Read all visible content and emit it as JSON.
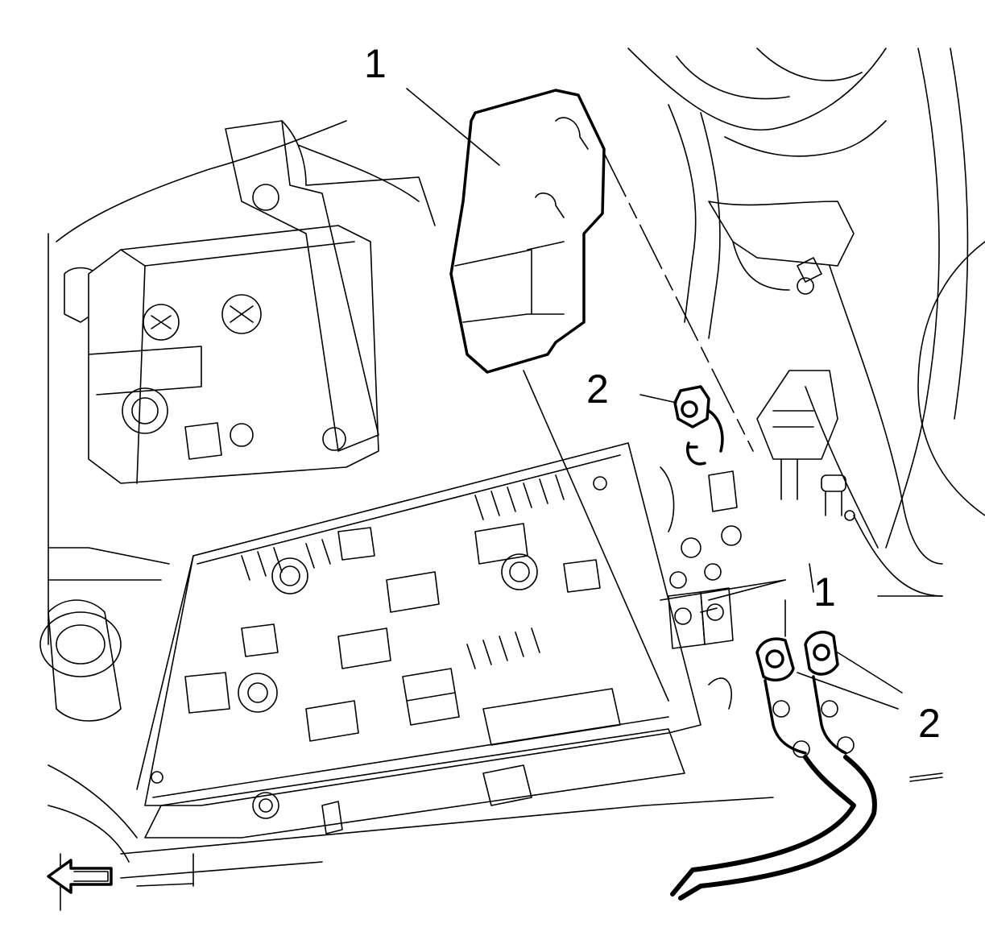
{
  "callouts": {
    "label_1_top": "1",
    "label_2_mid": "2",
    "label_1_right": "1",
    "label_2_right": "2"
  },
  "icons": {
    "direction_arrow": "left-arrow-icon"
  },
  "colors": {
    "line": "#000000",
    "background": "#ffffff"
  }
}
